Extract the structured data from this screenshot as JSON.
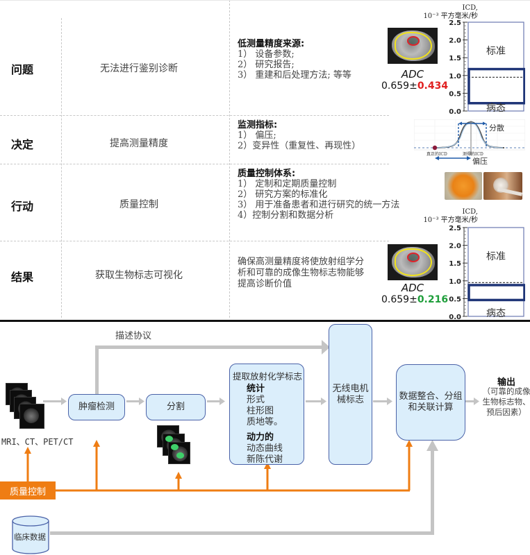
{
  "table": {
    "rows": [
      {
        "label": "问题",
        "goal": "无法进行鉴别诊断",
        "detail_heading": "低测量精度来源:",
        "detail_items": [
          "1）  设备参数;",
          "2）  研究报告;",
          "3）  重建和后处理方法; 等等"
        ]
      },
      {
        "label": "决定",
        "goal": "提高测量精度",
        "detail_heading": "监测指标:",
        "detail_items": [
          "1）  偏压;",
          "2）变异性（重复性、再现性）"
        ]
      },
      {
        "label": "行动",
        "goal": "质量控制",
        "detail_heading": "质量控制体系:",
        "detail_items": [
          "1）  定制和定期质量控制",
          "2）  研究方案的标准化",
          "3）  用于准备患者和进行研究的统一方法",
          "4）控制分割和数据分析"
        ]
      },
      {
        "label": "结果",
        "goal": "获取生物标志可视化",
        "detail_paragraph": [
          "确保高测量精度将使放射组学分",
          "析和可靠的成像生物标志物能够",
          "提高诊断价值"
        ]
      }
    ],
    "adc_panels": [
      {
        "label": "ADC",
        "mean": "0.659±",
        "error": "0.434",
        "error_color": "#e02020"
      },
      {
        "label": "ADC",
        "mean": "0.659±",
        "error": "0.216",
        "error_color": "#1e9e3a"
      }
    ],
    "bias_chart": {
      "spread_label": "分散",
      "bias_label": "偏压",
      "true_label": "真正的ICD",
      "measured_label": "测得的ICD"
    }
  },
  "chart_data": [
    {
      "type": "bar",
      "title": "ICD, 10⁻³ 平方毫米/秒",
      "title_line1": "ICD,",
      "title_line2": "10⁻³ 平方毫米/秒",
      "yticks": [
        "0.0",
        "0.5",
        "1.0",
        "1.5",
        "2.0",
        "2.5"
      ],
      "ylim": [
        0,
        2.5
      ],
      "threshold": 0.95,
      "normal_label": "标准",
      "pathology_label": "病态",
      "measurement_range": [
        0.22,
        1.18
      ],
      "colors": {
        "frame": "#6a78b0",
        "range": "#1f3577"
      }
    },
    {
      "type": "bar",
      "title": "ICD, 10⁻³ 平方毫米/秒",
      "title_line1": "ICD,",
      "title_line2": "10⁻³ 平方毫米/秒",
      "yticks": [
        "0.0",
        "0.5",
        "1.0",
        "1.5",
        "2.0",
        "2.5"
      ],
      "ylim": [
        0,
        2.5
      ],
      "threshold": 0.95,
      "normal_label": "标准",
      "pathology_label": "病态",
      "measurement_range": [
        0.46,
        0.88
      ],
      "colors": {
        "frame": "#6a78b0",
        "range": "#1f3577"
      }
    }
  ],
  "flow": {
    "imaging_caption": "MRI、CT、PET/CT",
    "protocol_label": "描述协议",
    "tumor_detection": "肿瘤检测",
    "segmentation": "分割",
    "extract": {
      "title": "提取放射化学标志",
      "stat_heading": "统计",
      "stat_items": [
        "形式",
        "柱形图",
        "质地等。"
      ],
      "dyn_heading": "动力的",
      "dyn_items": [
        "动态曲线",
        "新陈代谢"
      ]
    },
    "radiomics_box": [
      "无线电机",
      "械标志"
    ],
    "integration_box": [
      "数据整合、分组",
      "和关联计算"
    ],
    "output_title": "输出",
    "output_text": [
      "（可靠的成像",
      "生物标志物、",
      "预后因素）"
    ],
    "quality_control": "质量控制",
    "clinical_data": "临床数据",
    "colors": {
      "orange": "#ef7d13",
      "gray_arrow": "#c4c4c4",
      "box_fill": "#dbeefb",
      "box_border": "#4a62a8"
    }
  }
}
